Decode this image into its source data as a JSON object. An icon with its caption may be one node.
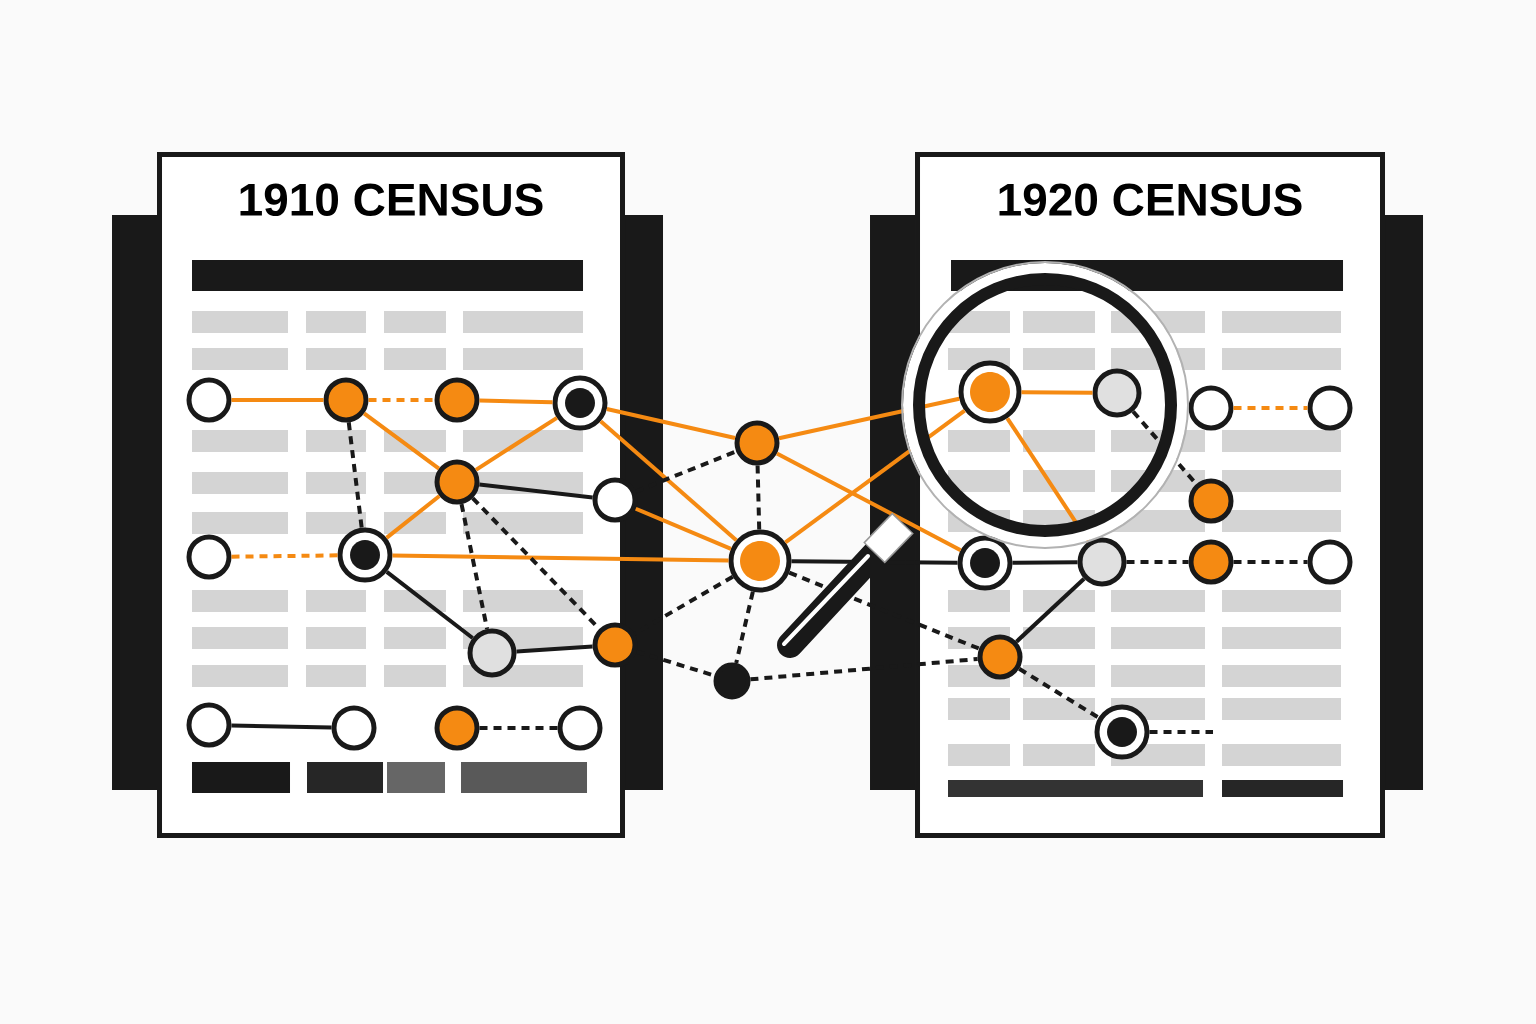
{
  "diagram": {
    "nodes": [
      {
        "text": [
          "1910 CENSUS"
        ]
      },
      {
        "text": [
          "1920 CENSUS"
        ]
      },
      {
        "text": [],
        "shape": "circle",
        "in": 0
      },
      {
        "text": [],
        "shape": "circle",
        "in": 0
      },
      {
        "text": [],
        "shape": "circle",
        "in": 0
      },
      {
        "text": [],
        "shape": "circle",
        "in": 0
      },
      {
        "text": [],
        "shape": "circle",
        "in": 0
      },
      {
        "text": [],
        "shape": "circle",
        "in": 0
      },
      {
        "text": [],
        "shape": "circle",
        "in": 0
      },
      {
        "text": [],
        "shape": "circle",
        "in": 0
      },
      {
        "text": [],
        "shape": "circle",
        "in": 0
      },
      {
        "text": [],
        "shape": "circle",
        "in": 0
      },
      {
        "text": [],
        "shape": "circle",
        "in": 0
      },
      {
        "text": [],
        "shape": "circle",
        "in": 0
      },
      {
        "text": [],
        "shape": "circle"
      },
      {
        "text": [],
        "shape": "circle"
      },
      {
        "text": [],
        "shape": "circle"
      },
      {
        "text": [],
        "shape": "circle"
      },
      {
        "text": [],
        "shape": "circle"
      },
      {
        "text": [],
        "shape": "circle",
        "in": 1
      },
      {
        "text": [],
        "shape": "circle",
        "in": 1
      },
      {
        "text": [],
        "shape": "circle",
        "in": 1
      },
      {
        "text": [],
        "shape": "circle",
        "in": 1
      },
      {
        "text": [],
        "shape": "circle",
        "in": 1
      },
      {
        "text": [],
        "shape": "circle",
        "in": 1
      },
      {
        "text": [],
        "shape": "circle",
        "in": 1
      },
      {
        "text": [],
        "shape": "circle",
        "in": 1
      },
      {
        "text": [],
        "shape": "circle",
        "in": 1
      },
      {
        "text": [],
        "shape": "circle",
        "in": 1
      },
      {
        "text": [],
        "shape": "circle",
        "in": 1
      }
    ],
    "edges": [
      {
        "from": 2,
        "to": 3,
        "arrow": "none",
        "color": "#f58a12"
      },
      {
        "from": 3,
        "to": 4,
        "arrow": "none",
        "style": "dashed",
        "color": "#f58a12"
      },
      {
        "from": 4,
        "to": 5,
        "arrow": "none",
        "color": "#f58a12"
      },
      {
        "from": 3,
        "to": 6,
        "arrow": "none",
        "color": "#f58a12"
      },
      {
        "from": 6,
        "to": 5,
        "arrow": "none",
        "color": "#f58a12"
      },
      {
        "from": 3,
        "to": 8,
        "arrow": "none",
        "style": "dashed"
      },
      {
        "from": 6,
        "to": 8,
        "arrow": "none",
        "color": "#f58a12"
      },
      {
        "from": 7,
        "to": 8,
        "arrow": "none",
        "style": "dashed",
        "color": "#f58a12"
      },
      {
        "from": 8,
        "to": 16,
        "arrow": "none",
        "color": "#f58a12"
      },
      {
        "from": 8,
        "to": 9,
        "arrow": "none"
      },
      {
        "from": 6,
        "to": 14,
        "arrow": "none"
      },
      {
        "from": 6,
        "to": 9,
        "arrow": "none",
        "style": "dashed"
      },
      {
        "from": 6,
        "to": 17,
        "arrow": "none",
        "style": "dashed"
      },
      {
        "from": 9,
        "to": 17,
        "arrow": "none"
      },
      {
        "from": 10,
        "to": 11,
        "arrow": "none"
      },
      {
        "from": 12,
        "to": 13,
        "arrow": "none",
        "style": "dashed"
      },
      {
        "from": 5,
        "to": 15,
        "arrow": "none",
        "color": "#f58a12"
      },
      {
        "from": 5,
        "to": 16,
        "arrow": "none",
        "color": "#f58a12"
      },
      {
        "from": 14,
        "to": 15,
        "arrow": "none",
        "style": "dashed"
      },
      {
        "from": 14,
        "to": 16,
        "arrow": "none",
        "color": "#f58a12"
      },
      {
        "from": 15,
        "to": 16,
        "arrow": "none",
        "style": "dashed"
      },
      {
        "from": 15,
        "to": 19,
        "arrow": "none",
        "color": "#f58a12"
      },
      {
        "from": 15,
        "to": 24,
        "arrow": "none",
        "color": "#f58a12"
      },
      {
        "from": 16,
        "to": 19,
        "arrow": "none",
        "color": "#f58a12"
      },
      {
        "from": 16,
        "to": 24,
        "arrow": "none"
      },
      {
        "from": 16,
        "to": 18,
        "arrow": "none",
        "style": "dashed"
      },
      {
        "from": 16,
        "to": 17,
        "arrow": "none",
        "style": "dashed"
      },
      {
        "from": 17,
        "to": 18,
        "arrow": "none",
        "style": "dashed"
      },
      {
        "from": 18,
        "to": 28,
        "arrow": "none",
        "style": "dashed"
      },
      {
        "from": 16,
        "to": 28,
        "arrow": "none",
        "style": "dashed"
      },
      {
        "from": 19,
        "to": 20,
        "arrow": "none",
        "color": "#f58a12"
      },
      {
        "from": 19,
        "to": 25,
        "arrow": "none",
        "color": "#f58a12"
      },
      {
        "from": 20,
        "to": 23,
        "arrow": "none",
        "style": "dashed"
      },
      {
        "from": 21,
        "to": 22,
        "arrow": "none",
        "style": "dashed",
        "color": "#f58a12"
      },
      {
        "from": 24,
        "to": 25,
        "arrow": "none"
      },
      {
        "from": 25,
        "to": 26,
        "arrow": "none",
        "style": "dashed"
      },
      {
        "from": 26,
        "to": 27,
        "arrow": "none",
        "style": "dashed"
      },
      {
        "from": 25,
        "to": 28,
        "arrow": "none"
      },
      {
        "from": 28,
        "to": 29,
        "arrow": "none",
        "style": "dashed"
      },
      {
        "from": 29,
        "to": null,
        "arrow": "none",
        "style": "dashed"
      }
    ]
  }
}
